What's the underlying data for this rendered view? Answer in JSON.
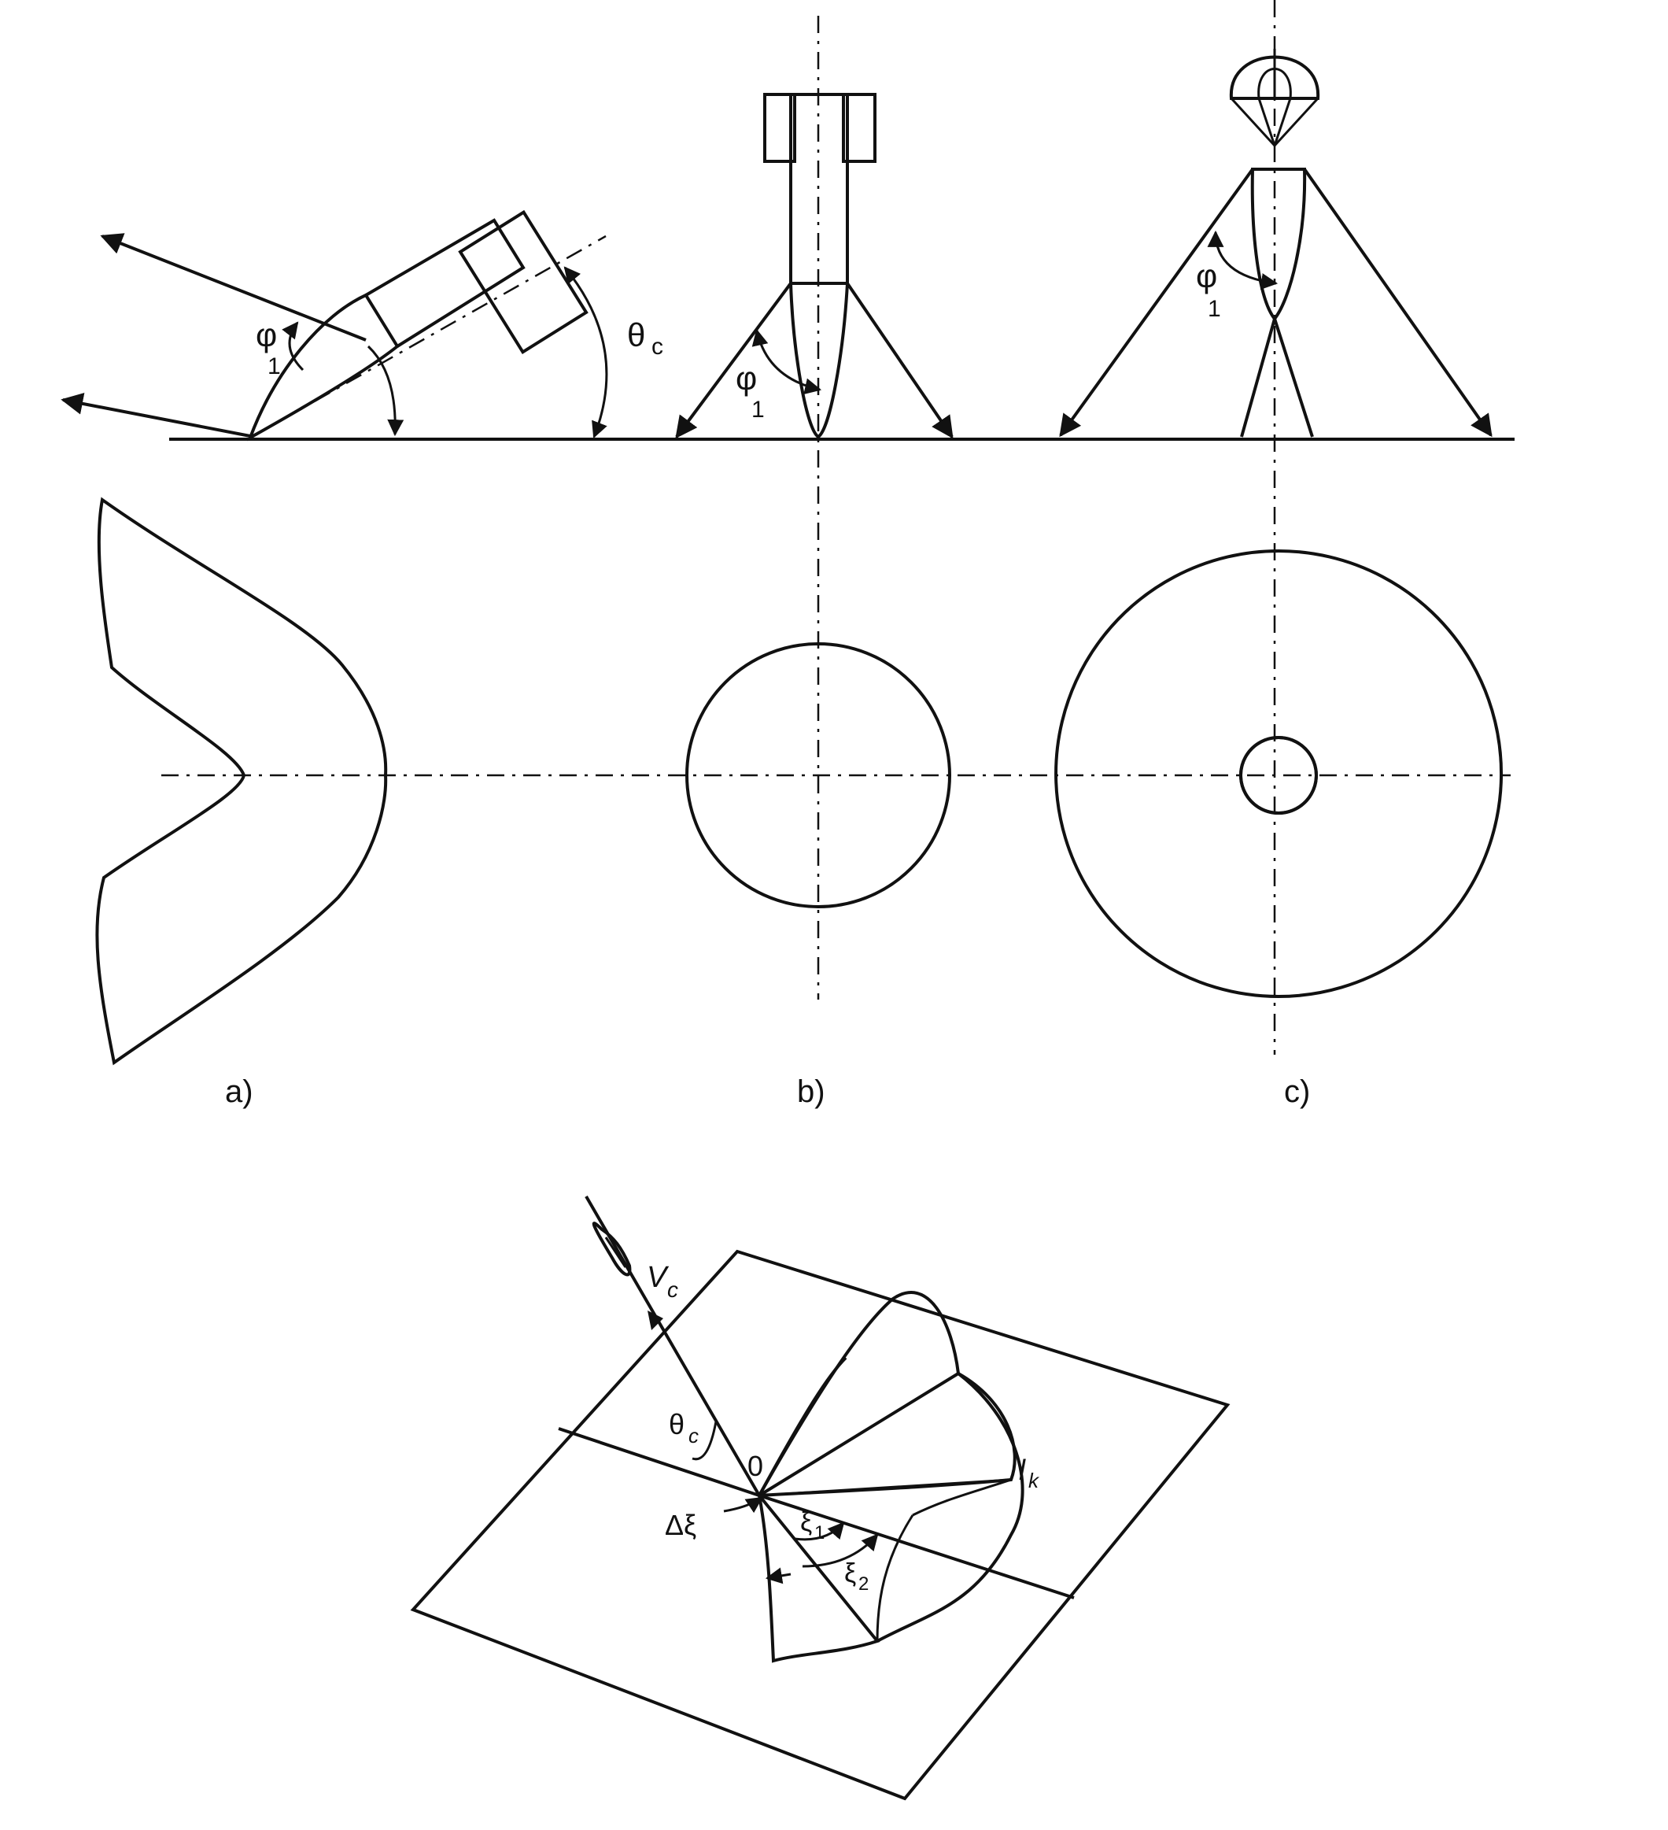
{
  "panels": {
    "a": {
      "caption": "a)",
      "phi_label": "φ",
      "phi_sub": "1",
      "theta_label": "θ",
      "theta_sub": "c"
    },
    "b": {
      "caption": "b)",
      "phi_label": "φ",
      "phi_sub": "1"
    },
    "c": {
      "caption": "c)",
      "phi_label": "φ",
      "phi_sub": "1"
    }
  },
  "bottom": {
    "velocity_label": "V",
    "velocity_sub": "c",
    "theta_label": "θ",
    "theta_sub": "c",
    "origin_label": "0",
    "range_label": "l",
    "range_sub": "k",
    "delta_xi_label": "Δξ",
    "xi1_label": "ξ",
    "xi1_sub": "1",
    "xi2_label": "ξ",
    "xi2_sub": "2"
  }
}
